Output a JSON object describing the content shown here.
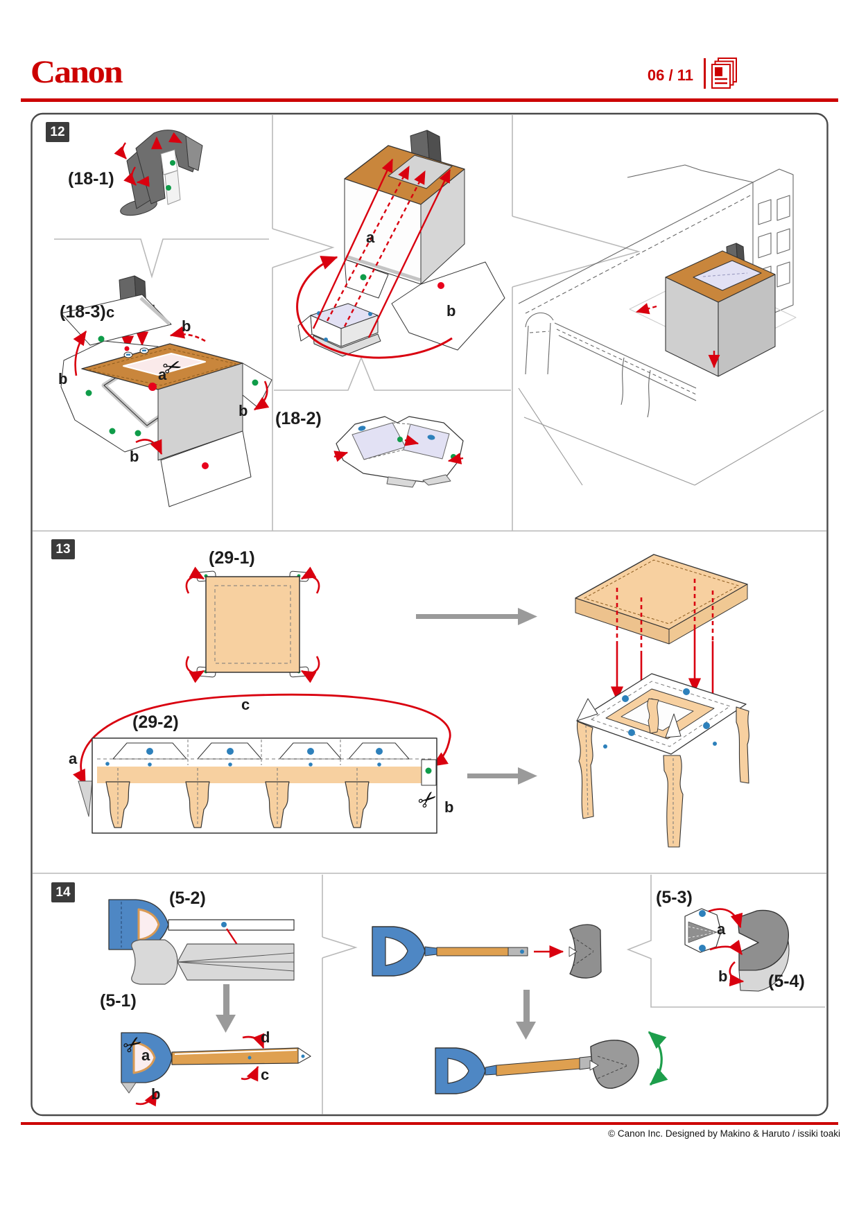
{
  "header": {
    "brand": "Canon",
    "page_indicator": "06 / 11"
  },
  "footer": {
    "credit": "© Canon Inc. Designed by Makino & Haruto / issiki toaki"
  },
  "colors": {
    "accent": "#cc0000",
    "arrow_red": "#d9000f",
    "wood_brown": "#c9863c",
    "peach": "#f7d0a0",
    "lavender": "#e2e1f4",
    "handle_blue": "#4e87c4",
    "shaft_tan": "#dfa050",
    "marker_green": "#0f9c49",
    "marker_blue": "#2d80bb",
    "marker_red": "#e8001c",
    "paper_gray": "#d2d2d2",
    "dark_part_gray": "#5f5f5f",
    "rotate_green": "#1d9e4b"
  },
  "steps": {
    "step12": {
      "number": "12",
      "parts": {
        "p18_1": "(18-1)",
        "p18_2": "(18-2)",
        "p18_3": "(18-3)"
      },
      "letters": {
        "c_chimney": "c",
        "a_cut": "a",
        "b_top": "b",
        "b_left": "b",
        "b_bottom": "b",
        "b_side": "b",
        "a_face": "a",
        "b_wrap": "b"
      }
    },
    "step13": {
      "number": "13",
      "parts": {
        "p29_1": "(29-1)",
        "p29_2": "(29-2)"
      },
      "letters": {
        "c_loop": "c",
        "a_tab": "a",
        "b_cut": "b"
      }
    },
    "step14": {
      "number": "14",
      "parts": {
        "p5_1": "(5-1)",
        "p5_2": "(5-2)",
        "p5_3": "(5-3)",
        "p5_4": "(5-4)"
      },
      "letters": {
        "a_handle": "a",
        "b_handle": "b",
        "c_shaft": "c",
        "d_shaft": "d",
        "a_blade": "a",
        "b_blade": "b"
      }
    }
  }
}
